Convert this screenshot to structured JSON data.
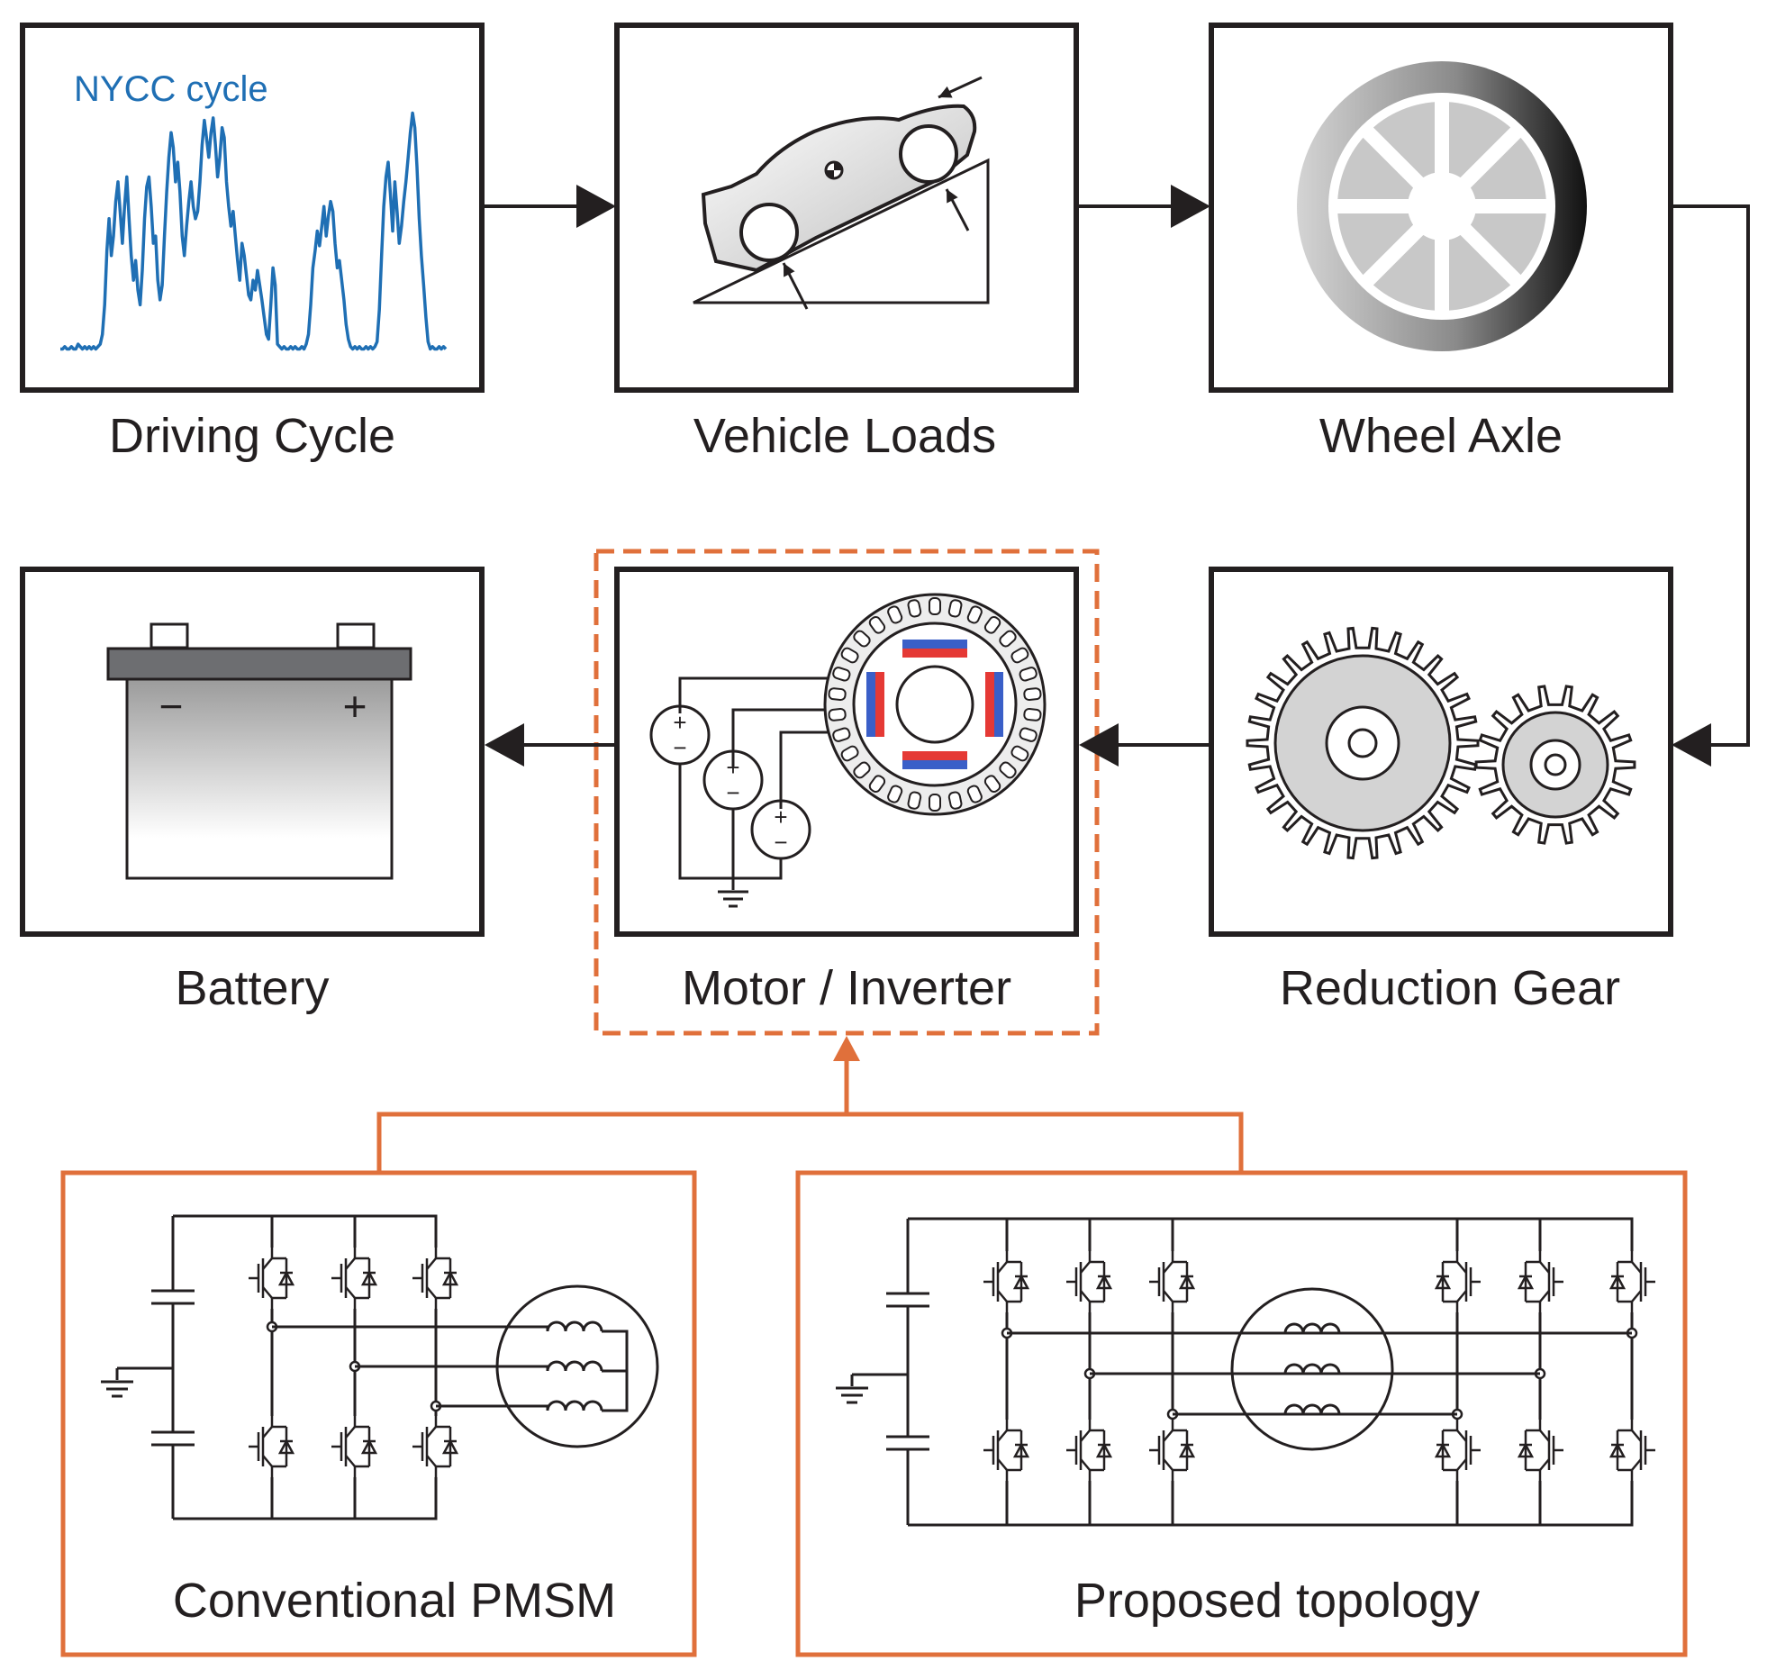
{
  "blocks": {
    "driving_cycle": {
      "label": "Driving Cycle",
      "inset_label": "NYCC cycle"
    },
    "vehicle_loads": {
      "label": "Vehicle Loads"
    },
    "wheel_axle": {
      "label": "Wheel Axle"
    },
    "battery": {
      "label": "Battery",
      "minus": "−",
      "plus": "+"
    },
    "motor_inverter": {
      "label": "Motor / Inverter"
    },
    "reduction_gear": {
      "label": "Reduction Gear"
    }
  },
  "options": {
    "conventional": {
      "label": "Conventional PMSM"
    },
    "proposed": {
      "label": "Proposed topology"
    }
  },
  "source_signs": {
    "plus": "+",
    "minus": "−"
  },
  "colors": {
    "line": "#231f20",
    "cycle_trace": "#1f6fb4",
    "highlight": "#e0703b",
    "magnet_red": "#e53935",
    "magnet_blue": "#3a5fc8"
  },
  "nycc_speed_trace": [
    2,
    2,
    3,
    2,
    2,
    3,
    2,
    2,
    4,
    3,
    2,
    3,
    2,
    3,
    2,
    3,
    2,
    3,
    4,
    8,
    20,
    42,
    55,
    40,
    48,
    62,
    70,
    58,
    45,
    60,
    72,
    55,
    40,
    30,
    38,
    26,
    20,
    34,
    55,
    68,
    72,
    60,
    45,
    48,
    30,
    22,
    28,
    48,
    66,
    80,
    90,
    84,
    70,
    78,
    66,
    48,
    40,
    52,
    62,
    70,
    60,
    55,
    58,
    70,
    85,
    95,
    88,
    80,
    90,
    96,
    85,
    72,
    80,
    92,
    88,
    70,
    60,
    52,
    58,
    48,
    38,
    30,
    45,
    40,
    32,
    24,
    22,
    30,
    26,
    34,
    28,
    22,
    15,
    8,
    6,
    20,
    35,
    28,
    4,
    3,
    2,
    3,
    2,
    2,
    3,
    2,
    3,
    2,
    2,
    3,
    2,
    4,
    8,
    20,
    35,
    42,
    50,
    44,
    52,
    60,
    48,
    56,
    62,
    58,
    45,
    35,
    38,
    30,
    22,
    12,
    6,
    3,
    2,
    3,
    2,
    3,
    2,
    2,
    3,
    2,
    3,
    2,
    3,
    5,
    18,
    40,
    60,
    72,
    78,
    65,
    50,
    70,
    58,
    45,
    52,
    62,
    70,
    80,
    90,
    98,
    92,
    76,
    55,
    40,
    28,
    15,
    5,
    2,
    3,
    2,
    2,
    3,
    2,
    3,
    2
  ]
}
